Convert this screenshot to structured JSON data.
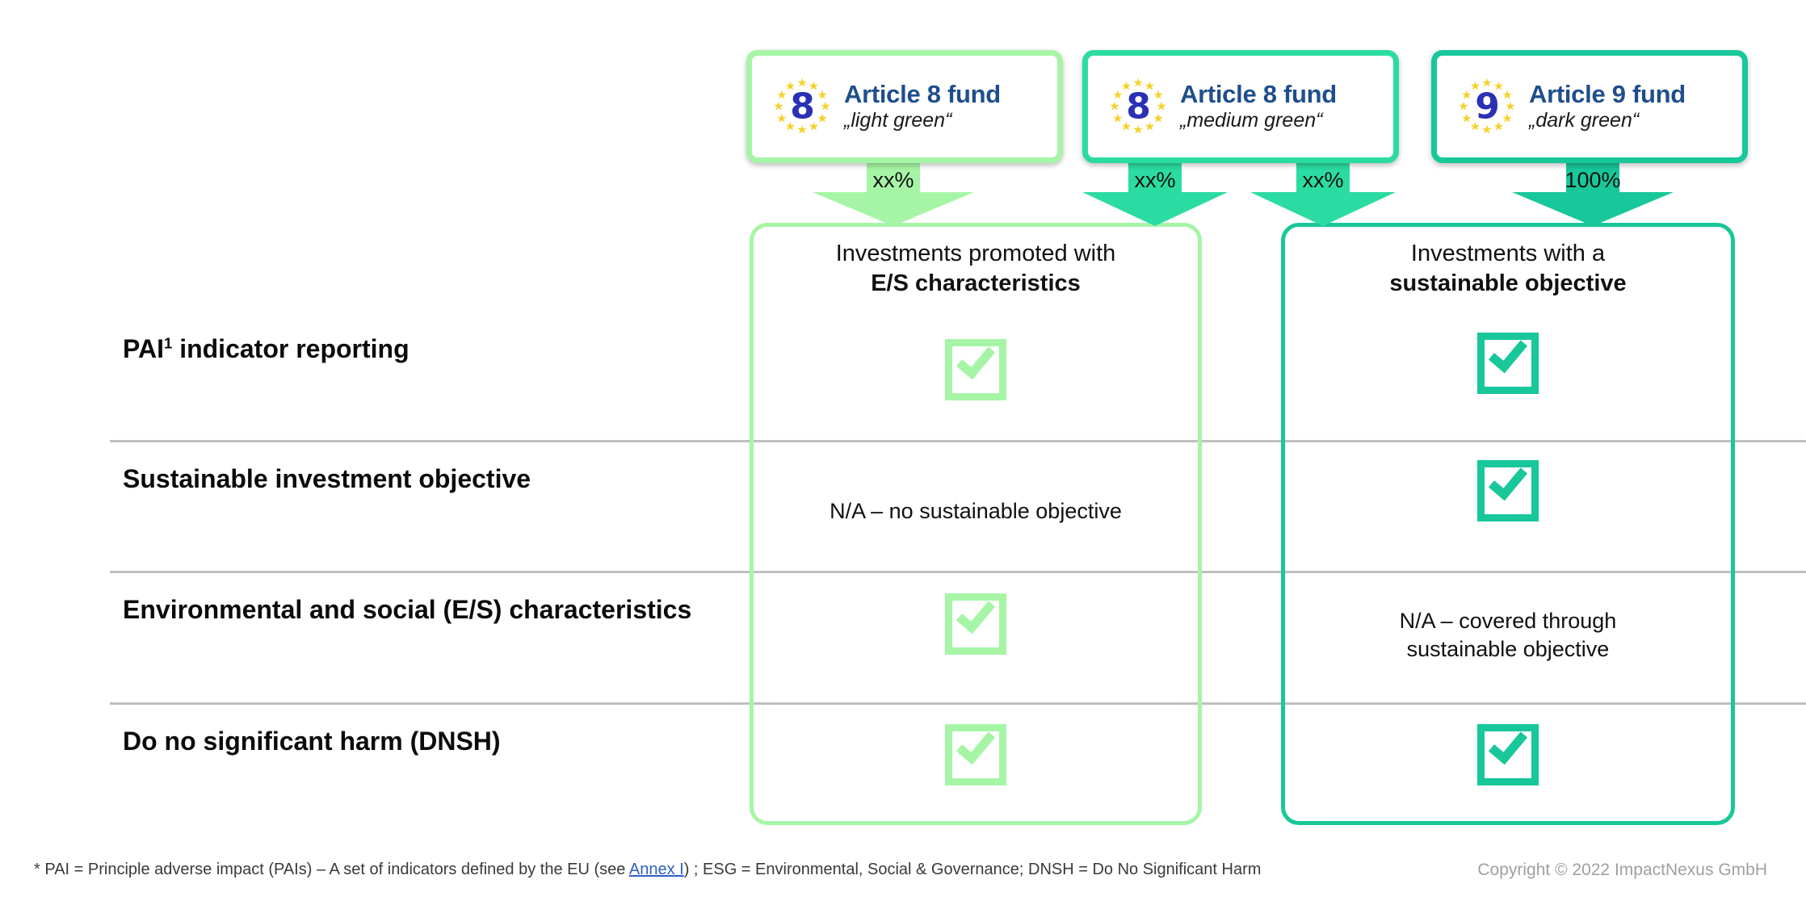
{
  "funds": [
    {
      "badge_number": "8",
      "title": "Article 8 fund",
      "subtitle": "„light green“",
      "accent": "#A6F5A6"
    },
    {
      "badge_number": "8",
      "title": "Article 8 fund",
      "subtitle": "„medium green“",
      "accent": "#2BDCA2"
    },
    {
      "badge_number": "9",
      "title": "Article 9 fund",
      "subtitle": "„dark green“",
      "accent": "#18C79A"
    }
  ],
  "arrows": [
    {
      "pct": "xx%",
      "color": "#A6F5A6"
    },
    {
      "pct": "xx%",
      "color": "#2BDCA2"
    },
    {
      "pct": "xx%",
      "color": "#2BDCA2"
    },
    {
      "pct": "100%",
      "color": "#18C79A"
    }
  ],
  "columns": [
    {
      "line1": "Investments promoted with",
      "line2": "E/S characteristics",
      "accent": "#A6F5A6"
    },
    {
      "line1": "Investments with a",
      "line2": "sustainable objective",
      "accent": "#18C79A"
    }
  ],
  "rows": [
    {
      "label_main": "PAI",
      "label_sup": "1",
      "label_rest": " indicator reporting",
      "left_type": "check",
      "right_type": "check",
      "left_text": "",
      "right_text": ""
    },
    {
      "label_main": "Sustainable investment objective",
      "label_sup": "",
      "label_rest": "",
      "left_type": "text",
      "right_type": "check",
      "left_text": "N/A – no sustainable objective",
      "right_text": ""
    },
    {
      "label_main": "Environmental and social (E/S) characteristics",
      "label_sup": "",
      "label_rest": "",
      "left_type": "check",
      "right_type": "text",
      "left_text": "",
      "right_text_l1": "N/A – covered through",
      "right_text_l2": "sustainable objective"
    },
    {
      "label_main": "Do no significant harm (DNSH)",
      "label_sup": "",
      "label_rest": "",
      "left_type": "check",
      "right_type": "check",
      "left_text": "",
      "right_text": ""
    }
  ],
  "footer": {
    "footnote_part1": "* PAI = Principle adverse impact (PAIs) – A set of indicators defined by the EU (see ",
    "footnote_link": "Annex I",
    "footnote_part2": ") ; ESG = Environmental, Social & Governance; DNSH = Do No Significant Harm",
    "copyright": "Copyright © 2022 ImpactNexus GmbH"
  }
}
